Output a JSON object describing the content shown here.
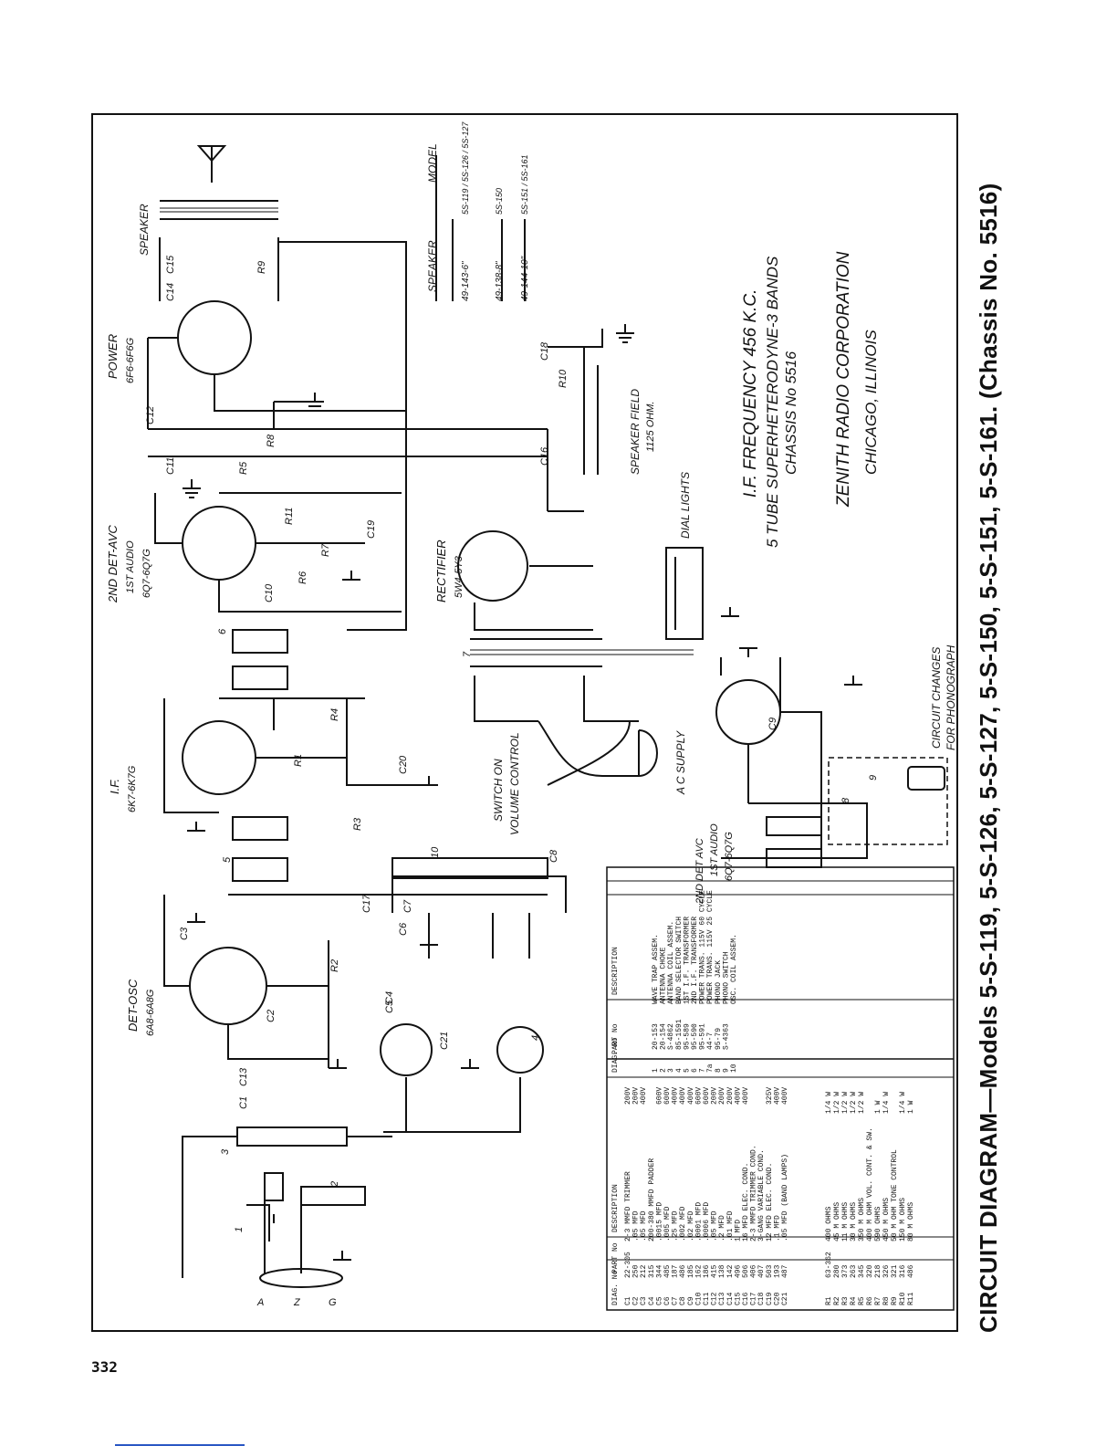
{
  "page": {
    "title": "CIRCUIT DIAGRAM—Models 5-S-119, 5-S-126, 5-S-127, 5-S-150, 5-S-151, 5-S-161. (Chassis No. 5516)",
    "page_number": "332"
  },
  "tube_labels": {
    "det_osc": [
      "DET-OSC",
      "6A8-6A8G"
    ],
    "if": [
      "I.F.",
      "6K7-6K7G"
    ],
    "second_det": [
      "2ND DET-AVC",
      "1ST AUDIO",
      "6Q7-6Q7G"
    ],
    "power": [
      "POWER",
      "6F6-6F6G"
    ],
    "rectifier": [
      "RECTIFIER",
      "5W4-5Y3"
    ],
    "speaker": "SPEAKER",
    "phono_det": [
      "2ND DET AVC",
      "1ST AUDIO",
      "6Q7-6Q7G"
    ]
  },
  "annotations": {
    "switch": [
      "SWITCH ON",
      "VOLUME CONTROL"
    ],
    "ac_supply": "A C SUPPLY",
    "dial_lights": "DIAL LIGHTS",
    "speaker_field": [
      "SPEAKER FIELD",
      "1125 OHM."
    ],
    "circuit_changes": [
      "CIRCUIT CHANGES",
      "FOR PHONOGRAPH"
    ],
    "if_info": [
      "I.F. FREQUENCY 456 K.C.",
      "5 TUBE SUPERHETERODYNE-3 BANDS",
      "CHASSIS No 5516"
    ],
    "maker": [
      "ZENITH RADIO CORPORATION",
      "CHICAGO, ILLINOIS"
    ],
    "antenna_terminals": [
      "A",
      "Z",
      "G"
    ]
  },
  "speaker_model_table": {
    "headers": [
      "SPEAKER",
      "MODEL"
    ],
    "rows": [
      [
        "49-143-6\"",
        "5S-119 / 5S-126 / 5S-127"
      ],
      [
        "49-138-8\"",
        "5S-150"
      ],
      [
        "49-144-10\"",
        "5S-151 / 5S-161"
      ]
    ]
  },
  "component_labels": [
    "C1",
    "C2",
    "C3",
    "C4",
    "C5",
    "C6",
    "C7",
    "C8",
    "C9",
    "C10",
    "C11",
    "C12",
    "C13",
    "C14",
    "C15",
    "C16",
    "C17",
    "C18",
    "C19",
    "C20",
    "C21",
    "R1",
    "R2",
    "R3",
    "R4",
    "R5",
    "R6",
    "R7",
    "R8",
    "R9",
    "R10",
    "R11",
    "1",
    "2",
    "3",
    "4",
    "5",
    "6",
    "7",
    "8",
    "9",
    "10"
  ],
  "parts_table": {
    "headers": [
      "DIAG. No",
      "PART No",
      "DESCRIPTION",
      "",
      "DIAG. No",
      "PART No",
      "DESCRIPTION"
    ],
    "capacitors": [
      [
        "C1",
        "22-305",
        "2-3 MMFD TRIMMER",
        "200V"
      ],
      [
        "C2",
        "250",
        ".05 MFD",
        "200V"
      ],
      [
        "C3",
        "212",
        ".05 MFD",
        "400V"
      ],
      [
        "C4",
        "315",
        "200-380 MMFD PADDER",
        ""
      ],
      [
        "C5",
        "344",
        ".0015 MFD",
        "600V"
      ],
      [
        "C6",
        "485",
        ".005 MFD",
        "600V"
      ],
      [
        "C7",
        "187",
        ".25 MFD",
        "400V"
      ],
      [
        "C8",
        "486",
        ".002 MFD",
        "400V"
      ],
      [
        "C9",
        "185",
        ".02 MFD",
        "400V"
      ],
      [
        "C10",
        "162",
        ".0001 MFD",
        "600V"
      ],
      [
        "C11",
        "186",
        ".0006 MFD",
        "600V"
      ],
      [
        "C12",
        "415",
        ".05 MFD",
        "200V"
      ],
      [
        "C13",
        "138",
        ".2 MFD",
        "200V"
      ],
      [
        "C14",
        "142",
        ".01 MFD",
        "200V"
      ],
      [
        "C15",
        "496",
        "1 MFD",
        "400V"
      ],
      [
        "C16",
        "506",
        "16 MFD ELEC. COND.",
        "400V"
      ],
      [
        "C17",
        "406",
        "2-3 MMFD TRIMMER COND.",
        ""
      ],
      [
        "C18",
        "407",
        "3-GANG VARIABLE COND.",
        ""
      ],
      [
        "C19",
        "503",
        "12 MFD ELEC. COND.",
        "325V"
      ],
      [
        "C20",
        "193",
        ".1 MFD",
        "400V"
      ],
      [
        "C21",
        "487",
        ".05 MFD (BAND LAMPS)",
        "400V"
      ]
    ],
    "resistors": [
      [
        "R1",
        "63-362",
        "400 OHMS",
        "1/4 W"
      ],
      [
        "R2",
        "280",
        "45 M OHMS",
        "1/2 W"
      ],
      [
        "R3",
        "373",
        "11 M OHMS",
        "1/2 W"
      ],
      [
        "R4",
        "263",
        "30 M OHMS",
        "1/2 W"
      ],
      [
        "R5",
        "345",
        "350 M OHMS",
        "1/2 W"
      ],
      [
        "R6",
        "320",
        "400 M OHM VOL. CONT. & SW.",
        ""
      ],
      [
        "R7",
        "218",
        "590 OHMS",
        "1 W"
      ],
      [
        "R8",
        "326",
        "450 M OHMS",
        "1/4 W"
      ],
      [
        "R9",
        "321",
        "50 M OHM TONE CONTROL",
        ""
      ],
      [
        "R10",
        "316",
        "150 M OHMS",
        "1/4 W"
      ],
      [
        "R11",
        "486",
        "80 M OHMS",
        "1 W"
      ]
    ],
    "coils": [
      [
        "1",
        "20-153",
        "WAVE TRAP ASSEM."
      ],
      [
        "2",
        "20-154",
        "ANTENNA CHOKE"
      ],
      [
        "3",
        "S-4862",
        "ANTENNA COIL ASSEM."
      ],
      [
        "4",
        "85-1591",
        "BAND SELECTOR SWITCH"
      ],
      [
        "5",
        "95-589",
        "1ST I.F. TRANSFORMER"
      ],
      [
        "6",
        "95-590",
        "2ND I.F. TRANSFORMER"
      ],
      [
        "7",
        "95-591",
        "POWER TRANS. 115V 60 CYCLE"
      ],
      [
        "7a",
        "44-7",
        "POWER TRANS. 115V 25 CYCLE"
      ],
      [
        "8",
        "95-79",
        "PHONO JACK"
      ],
      [
        "9",
        "S-4363",
        "PHONO SWITCH"
      ],
      [
        "10",
        "",
        "OSC. COIL ASSEM."
      ]
    ]
  }
}
